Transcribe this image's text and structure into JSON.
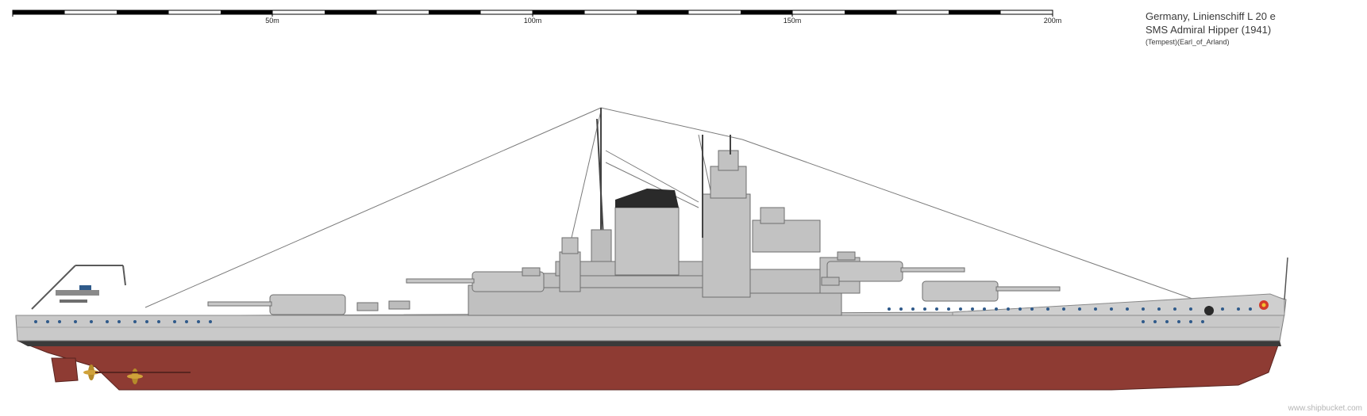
{
  "scale_bar": {
    "labels": [
      "50m",
      "100m",
      "150m",
      "200m"
    ]
  },
  "title": {
    "line1": "Germany, Linienschiff L 20 e",
    "line2": "SMS Admiral Hipper (1941)",
    "line3": "(Tempest)(Earl_of_Arland)"
  },
  "watermark": "www.shipbucket.com",
  "colors": {
    "hull_lower": "#8e3b33",
    "hull_upper": "#c9c9c9",
    "boot_stripe": "#3a3a3a",
    "superstructure": "#c0c0c0",
    "funnel_cap": "#2a2a2a",
    "portholes": "#2f5a8a"
  },
  "icons": {
    "propeller": "propeller-icon",
    "anchor": "anchor-icon",
    "crest": "crest-icon",
    "seaplane": "seaplane-icon"
  }
}
